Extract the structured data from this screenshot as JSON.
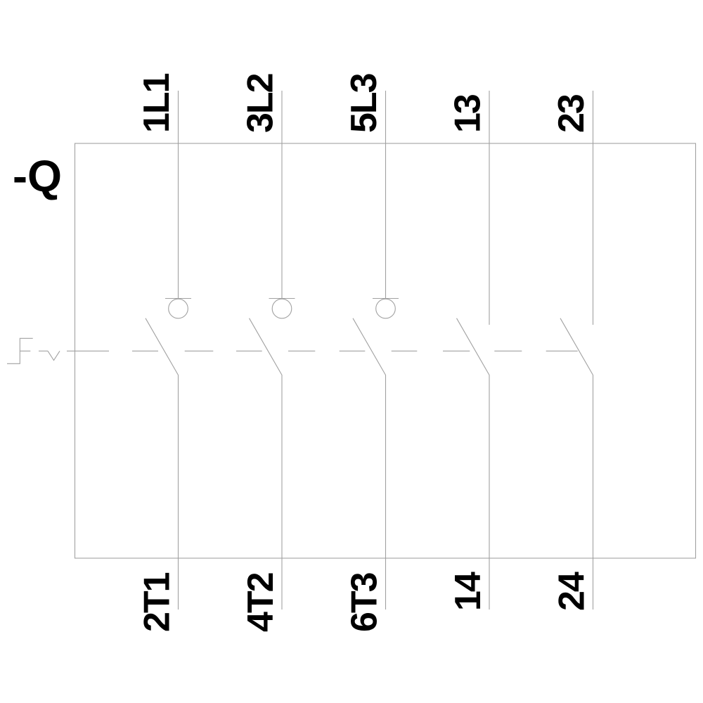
{
  "device": {
    "designation": "-Q"
  },
  "poles": [
    {
      "kind": "main-pole",
      "top_label": "1L1",
      "bottom_label": "2T1"
    },
    {
      "kind": "main-pole",
      "top_label": "3L2",
      "bottom_label": "4T2"
    },
    {
      "kind": "main-pole",
      "top_label": "5L3",
      "bottom_label": "6T3"
    },
    {
      "kind": "aux-contact",
      "top_label": "13",
      "bottom_label": "14"
    },
    {
      "kind": "aux-contact",
      "top_label": "23",
      "bottom_label": "24"
    }
  ],
  "colors": {
    "line": "#a1a1a1",
    "text": "#000000",
    "background": "#ffffff"
  }
}
